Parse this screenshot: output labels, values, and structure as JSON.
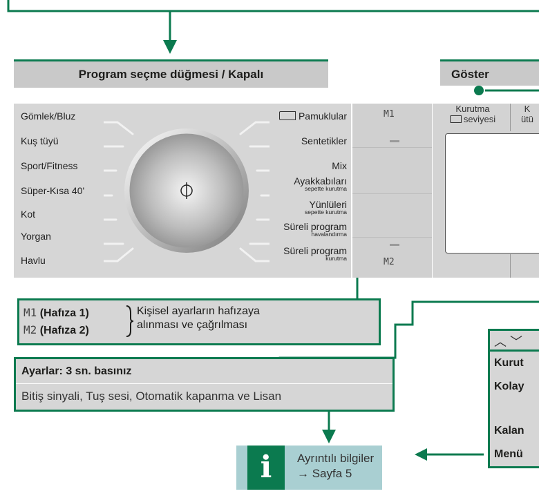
{
  "program_header": "Program seçme düğmesi / Kapalı",
  "display_header": "Göster",
  "left_programs": [
    "Gömlek/Bluz",
    "Kuş tüyü",
    "Sport/Fitness",
    "Süper-Kısa 40'",
    "Kot",
    "Yorgan",
    "Havlu"
  ],
  "right_programs": [
    {
      "label": "Pamuklular",
      "sub": ""
    },
    {
      "label": "Sentetikler",
      "sub": ""
    },
    {
      "label": "Mix",
      "sub": ""
    },
    {
      "label": "Ayakkabıları",
      "sub": "sepette kurutma"
    },
    {
      "label": "Yünlüleri",
      "sub": "sepette kurutma"
    },
    {
      "label": "Süreli program",
      "sub": "havalandırma"
    },
    {
      "label": "Süreli program",
      "sub": "kurutma"
    }
  ],
  "memory_buttons": {
    "m1": "M1",
    "m2": "M2"
  },
  "display_columns": {
    "col1_line1": "Kurutma",
    "col1_line2": "seviyesi",
    "col2_line1": "K",
    "col2_line2": "ütü"
  },
  "memory_box": {
    "m1_label": "(Hafıza 1)",
    "m2_label": "(Hafıza 2)",
    "desc_line1": "Kişisel ayarların hafızaya",
    "desc_line2": "alınması ve çağrılması"
  },
  "settings_box": {
    "title": "Ayarlar: 3 sn. basınız",
    "text": "Bitiş sinyali, Tuş sesi, Otomatik kapanma ve Lisan"
  },
  "info_box": {
    "icon": "i",
    "line1": "Ayrıntılı bilgiler",
    "line2": "→ Sayfa 5"
  },
  "right_box": {
    "arrows": "︿ ﹀",
    "items": [
      "Kurut",
      "Kolay",
      "Kalan",
      "Menü"
    ]
  },
  "colors": {
    "accent_green": "#0b7a4f",
    "panel_gray": "#d6d6d6",
    "info_teal": "#a9cfd2"
  }
}
